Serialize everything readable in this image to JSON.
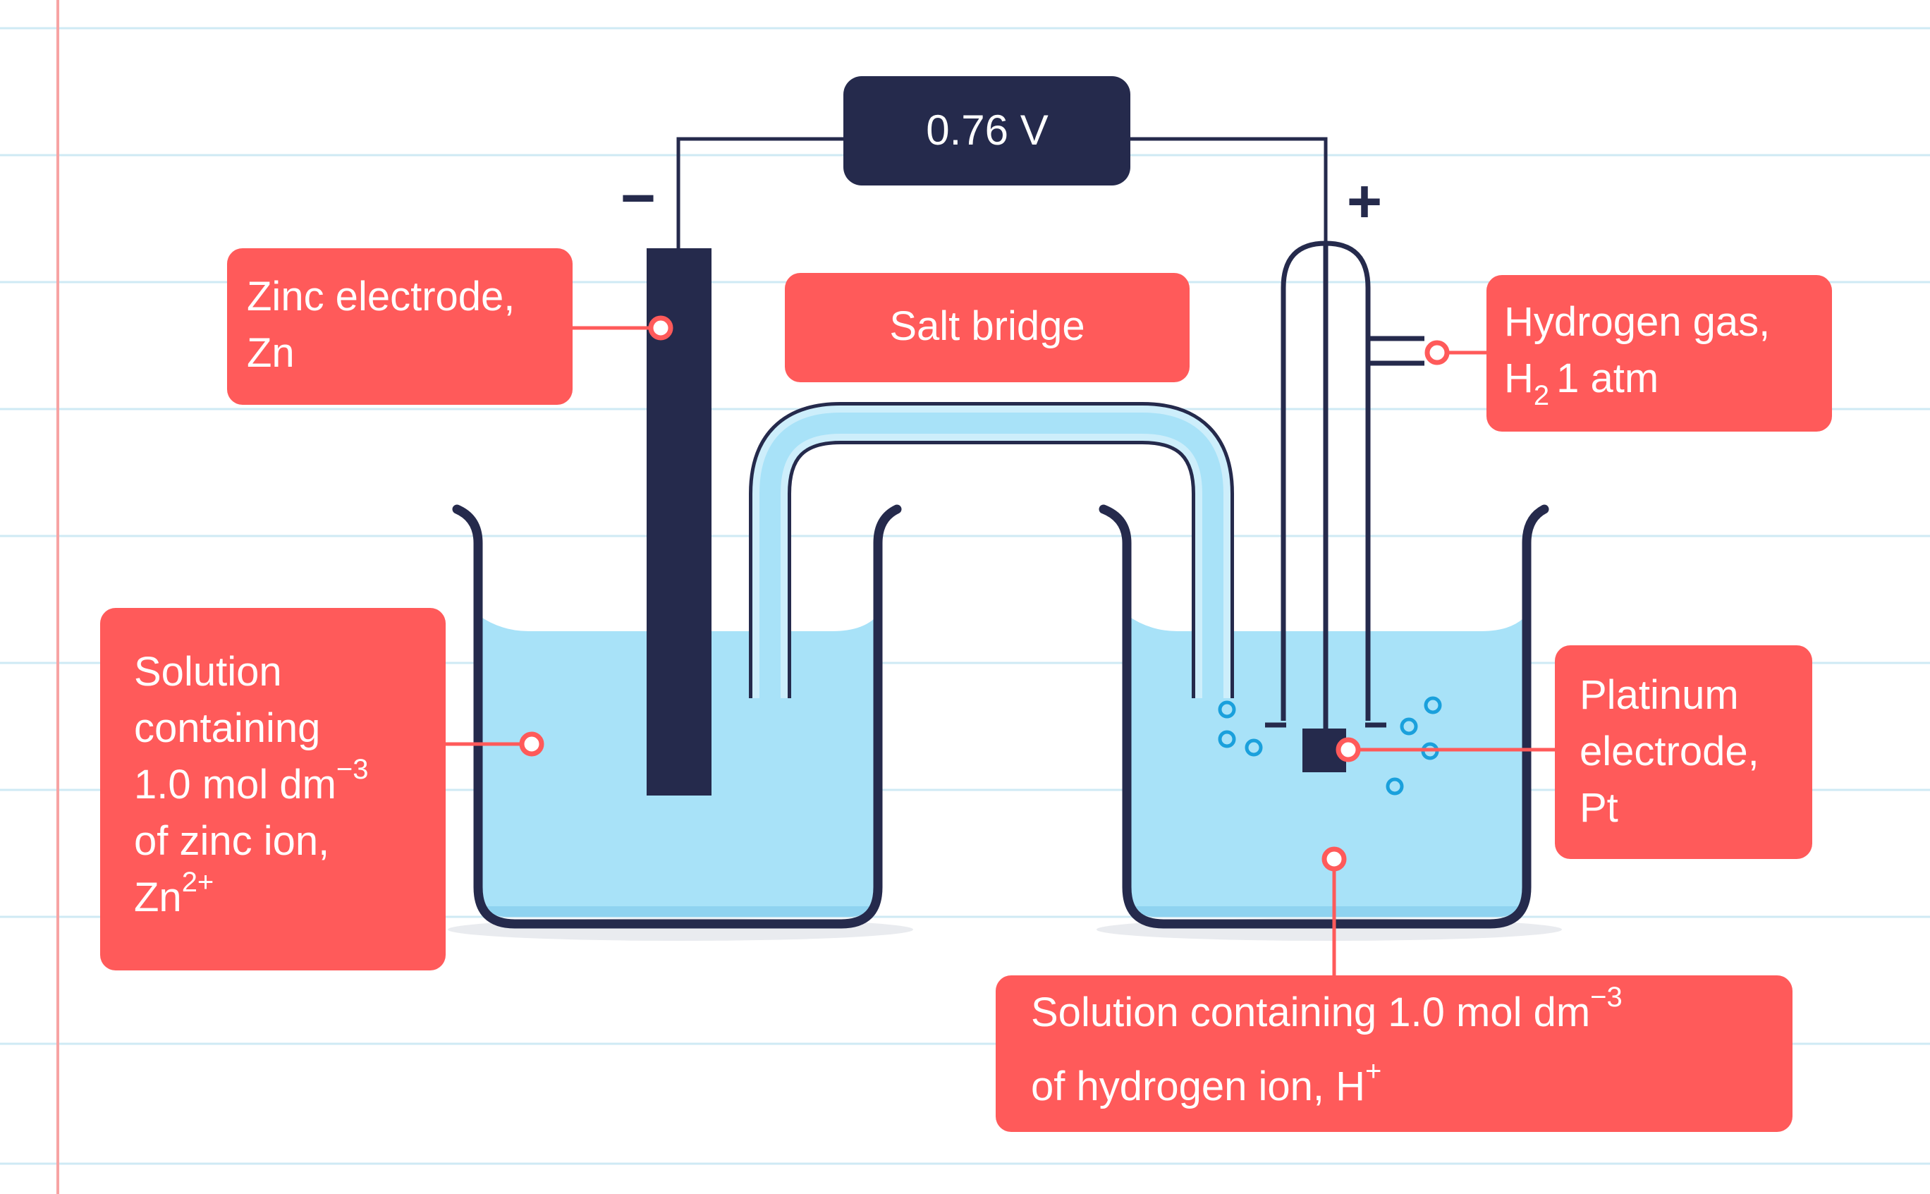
{
  "voltmeter": {
    "reading": "0.76 V"
  },
  "terminals": {
    "negative": "−",
    "positive": "+"
  },
  "labels": {
    "zinc_electrode": {
      "line1": "Zinc electrode,",
      "line2": "Zn"
    },
    "salt_bridge": "Salt bridge",
    "hydrogen_gas": {
      "line1": "Hydrogen gas,",
      "line2_main": "H",
      "line2_sub": "2",
      "line2_rest": "1  atm"
    },
    "zinc_solution": {
      "line1": "Solution",
      "line2": "containing",
      "line3_main": "1.0 mol dm",
      "line3_sup": "−3",
      "line4": "of zinc ion,",
      "line5_main": "Zn",
      "line5_sup": "2+"
    },
    "platinum_electrode": {
      "line1": "Platinum",
      "line2": "electrode,",
      "line3": "Pt"
    },
    "hydrogen_solution": {
      "line1_main": "Solution containing  1.0 mol dm",
      "line1_sup": "−3",
      "line2_main": "of hydrogen ion, H",
      "line2_sup": "+"
    }
  },
  "colors": {
    "label_bg": "#ff5a5a",
    "label_text": "#ffffff",
    "outline": "#252a4c",
    "solution": "#a8e2f8",
    "bubble": "#1aa0dc",
    "notebook_line": "#cfeaf4",
    "margin_line": "#f7a3a3"
  }
}
